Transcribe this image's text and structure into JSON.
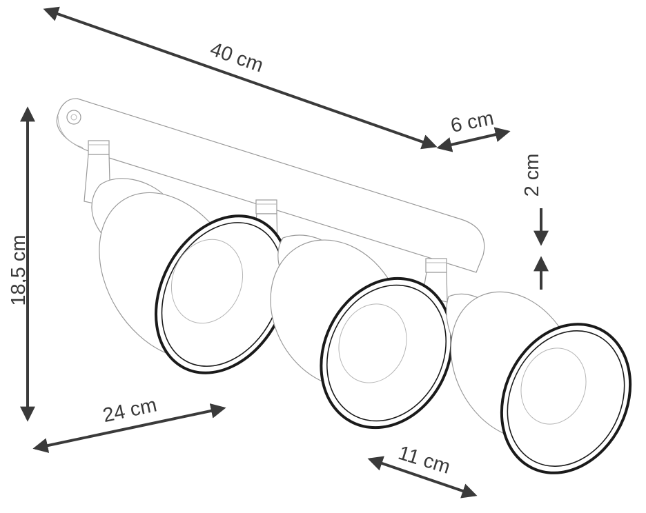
{
  "dimensions": {
    "length": "40 cm",
    "width": "6 cm",
    "base_height": "2 cm",
    "height": "18,5 cm",
    "depth": "24 cm",
    "shade_diameter": "11 cm"
  },
  "colors": {
    "arrow": "#3a3a3a",
    "outline": "#9a9a9a",
    "rim": "#1a1a1a",
    "background": "#ffffff"
  }
}
